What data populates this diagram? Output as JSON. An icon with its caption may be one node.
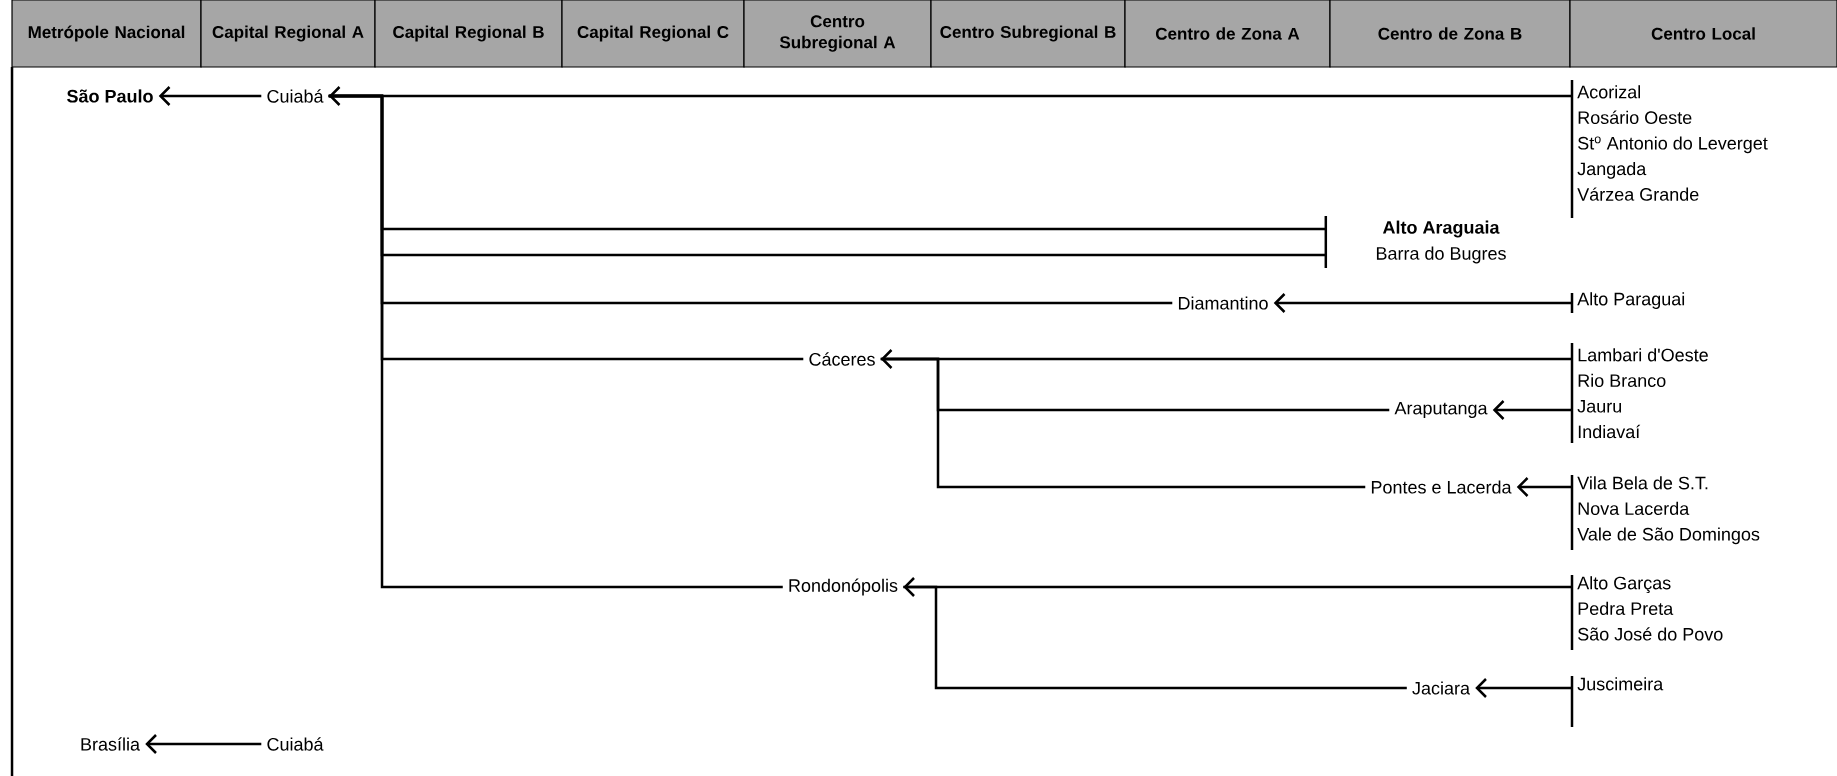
{
  "diagram": {
    "nodes": [
      {
        "text": [
          "Metrópole Nacional"
        ]
      },
      {
        "text": [
          "Capital Regional A"
        ]
      },
      {
        "text": [
          "Capital Regional B"
        ]
      },
      {
        "text": [
          "Capital Regional C"
        ]
      },
      {
        "text": [
          "Centro Subregional A"
        ]
      },
      {
        "text": [
          "Centro Subregional B"
        ]
      },
      {
        "text": [
          "Centro de Zona A"
        ]
      },
      {
        "text": [
          "Centro de Zona B"
        ]
      },
      {
        "text": [
          "Centro Local"
        ]
      },
      {
        "text": [
          "São Paulo"
        ]
      },
      {
        "text": [
          "Cuiabá"
        ]
      },
      {
        "text": [
          "Acorizal",
          "Rosário Oeste",
          "St$^{o}$ Antonio do Leverget",
          "Jangada",
          "Várzea Grande"
        ]
      },
      {
        "text": [
          "Alto Araguaia"
        ]
      },
      {
        "text": [
          "Barra do Bugres"
        ]
      },
      {
        "text": [
          "Diamantino"
        ]
      },
      {
        "text": [
          "Alto Paraguai"
        ]
      },
      {
        "text": [
          "Cáceres"
        ]
      },
      {
        "text": [
          "Lambari d'Oeste",
          "Rio Branco",
          "Jauru",
          "Indiavaí"
        ]
      },
      {
        "text": [
          "Araputanga"
        ]
      },
      {
        "text": [
          "Pontes e Lacerda"
        ]
      },
      {
        "text": [
          "Vila Bela de S.T.",
          "Nova Lacerda",
          "Vale de São Domingos"
        ]
      },
      {
        "text": [
          "Rondonópolis"
        ]
      },
      {
        "text": [
          "Alto Garças",
          "Pedra Preta",
          "São José do Povo"
        ]
      },
      {
        "text": [
          "Jaciara"
        ]
      },
      {
        "text": [
          "Juscimeira"
        ]
      },
      {
        "text": [
          "Brasília"
        ]
      },
      {
        "text": [
          "Cuiabá"
        ]
      }
    ],
    "edges": [
      {
        "from": 10,
        "to": 9,
        "arrow": "to"
      },
      {
        "from": 11,
        "to": 10,
        "arrow": "to"
      },
      {
        "from": 12,
        "to": 10,
        "arrow": "none"
      },
      {
        "from": 13,
        "to": 10,
        "arrow": "none"
      },
      {
        "from": 14,
        "to": 10,
        "arrow": "none"
      },
      {
        "from": 15,
        "to": 14,
        "arrow": "to"
      },
      {
        "from": 16,
        "to": 10,
        "arrow": "none"
      },
      {
        "from": 17,
        "to": 16,
        "arrow": "to"
      },
      {
        "from": 18,
        "to": 16,
        "arrow": "none"
      },
      {
        "from": 17,
        "to": 18,
        "arrow": "to"
      },
      {
        "from": 19,
        "to": 16,
        "arrow": "none"
      },
      {
        "from": 20,
        "to": 19,
        "arrow": "to"
      },
      {
        "from": 21,
        "to": 10,
        "arrow": "none"
      },
      {
        "from": 22,
        "to": 21,
        "arrow": "to"
      },
      {
        "from": 23,
        "to": 21,
        "arrow": "none"
      },
      {
        "from": 24,
        "to": 23,
        "arrow": "to"
      },
      {
        "from": 26,
        "to": 25,
        "arrow": "to"
      }
    ]
  }
}
